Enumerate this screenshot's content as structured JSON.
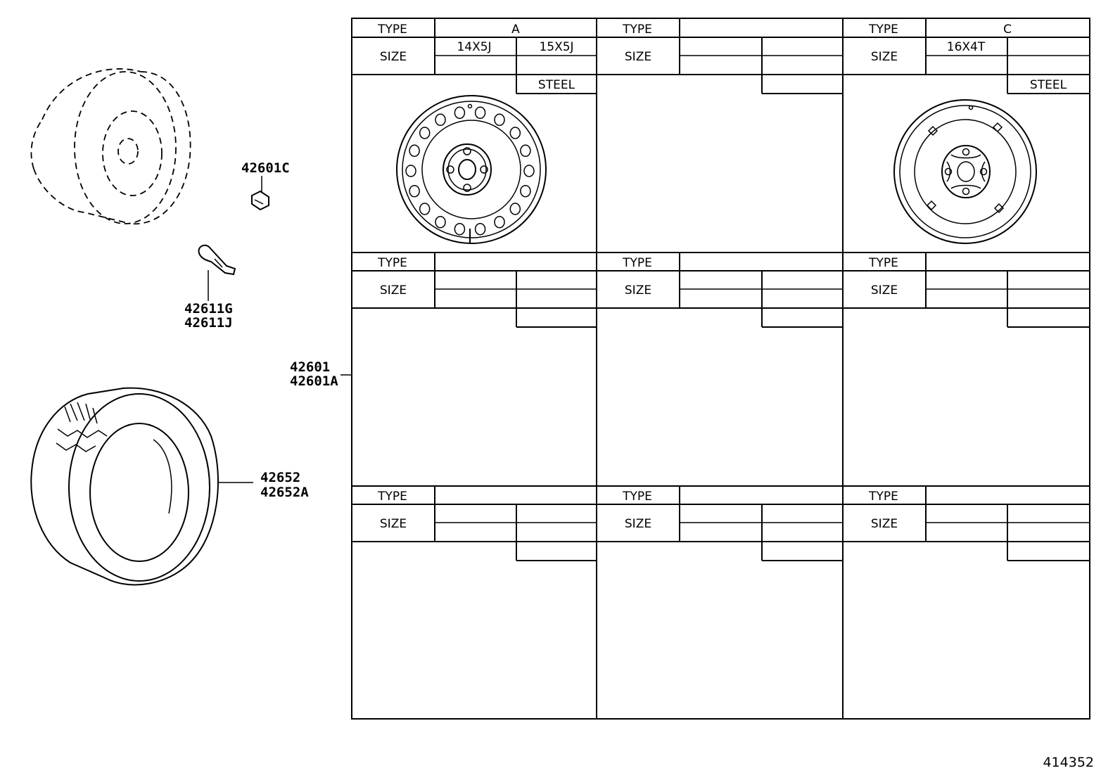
{
  "header_labels": {
    "type": "TYPE",
    "size": "SIZE"
  },
  "wheels": [
    {
      "type_value": "A",
      "sizes": [
        "14X5J",
        "15X5J"
      ],
      "material": "STEEL"
    },
    {
      "type_value": "",
      "sizes": [
        "",
        ""
      ],
      "material": ""
    },
    {
      "type_value": "C",
      "sizes": [
        "16X4T",
        ""
      ],
      "material": "STEEL"
    }
  ],
  "parts": {
    "wheel_cap_nut": "42601C",
    "valve_1": "42611G",
    "valve_2": "42611J",
    "wheel_1": "42601",
    "wheel_2": "42601A",
    "tire_1": "42652",
    "tire_2": "42652A"
  },
  "diagram_id": "414352"
}
